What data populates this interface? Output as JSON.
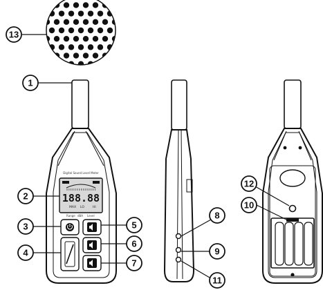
{
  "callouts": {
    "c1": "1",
    "c2": "2",
    "c3": "3",
    "c4": "4",
    "c5": "5",
    "c6": "6",
    "c7": "7",
    "c8": "8",
    "c9": "9",
    "c10": "10",
    "c11": "11",
    "c12": "12",
    "c13": "13"
  },
  "front_panel": {
    "model_label": "Digital Sound Level Meter",
    "lcd_digits": "188.88",
    "lcd_max": "MAX",
    "lcd_lo": "LO",
    "lcd_hi": "HI",
    "lcd_bottom_labels": [
      "Range",
      "dBA",
      "Level"
    ]
  },
  "icons": {
    "power": "power-icon",
    "button5": "speaker-icon",
    "button6": "speaker-icon",
    "button7": "speaker-icon"
  },
  "colors": {
    "line": "#111111",
    "body": "#ffffff",
    "screen": "#d8d8d8"
  }
}
